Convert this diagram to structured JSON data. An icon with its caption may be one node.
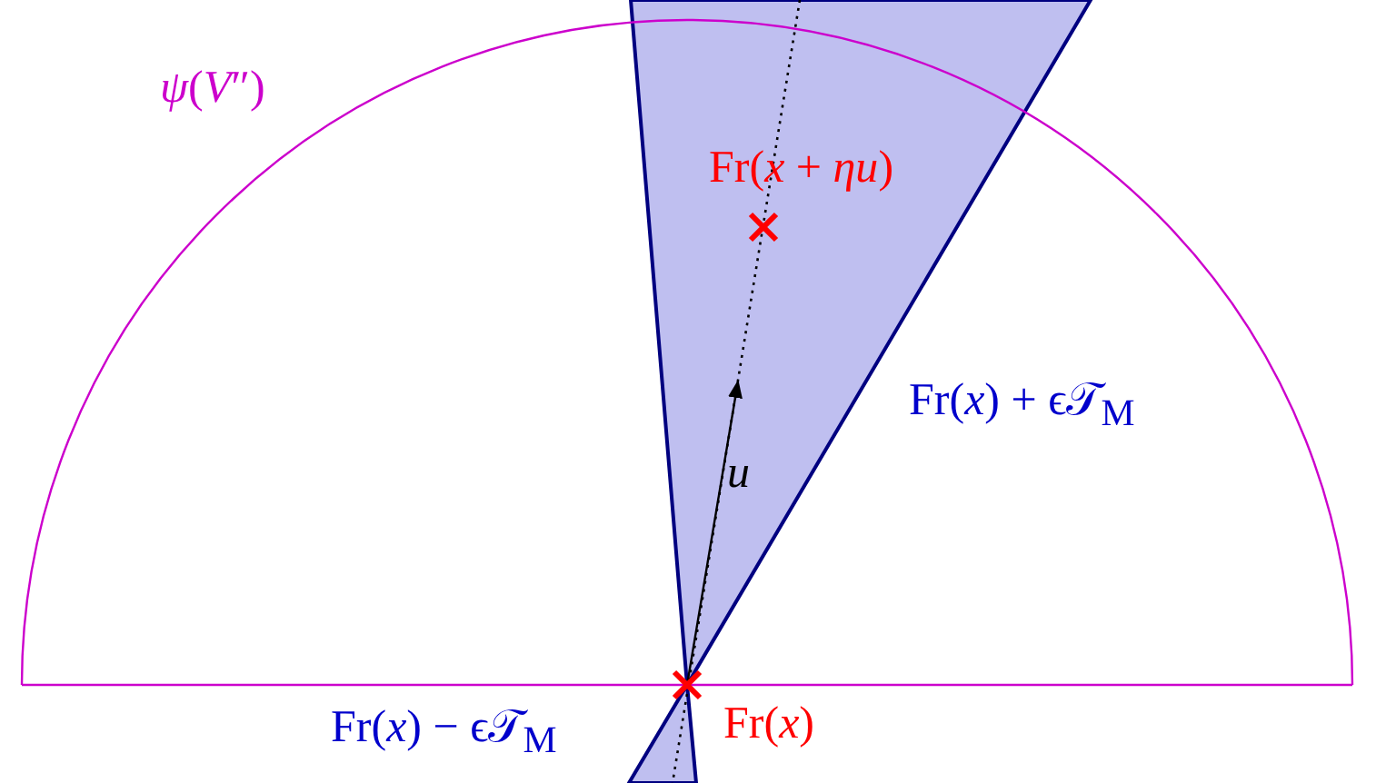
{
  "diagram": {
    "labels": [
      "*ψ*(*V*″)",
      "Fr(*x* + *ηu*)",
      "Fr(*x*) + ϵ𝒯$_{M}$",
      "*u*",
      "Fr(*x*) − ϵ𝒯$_{M}$",
      "Fr(*x*)"
    ]
  }
}
